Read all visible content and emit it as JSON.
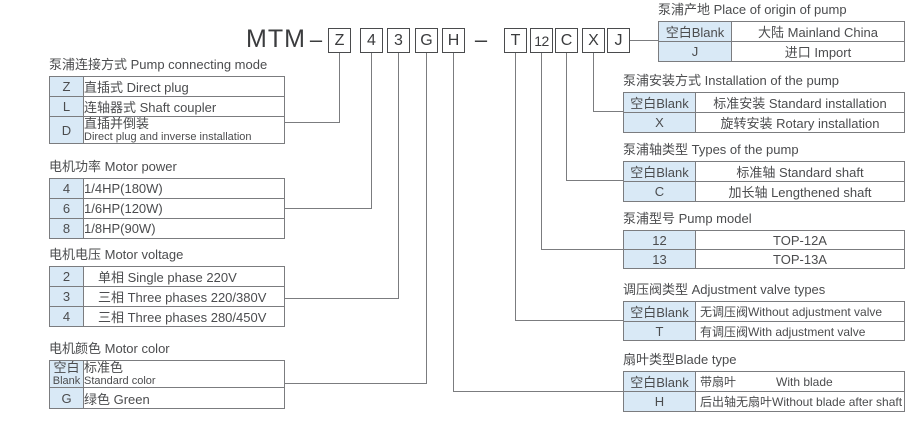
{
  "model_code": {
    "prefix": "MTM",
    "separator": "–",
    "groups": [
      [
        "Z",
        "4",
        "3",
        "G",
        "H"
      ],
      [
        "T",
        "12",
        "C",
        "X",
        "J"
      ]
    ]
  },
  "colors": {
    "key_cell_bg": "#d9e9f6",
    "table_border": "#7b7c7f",
    "text": "#4b4c4e"
  },
  "tables": [
    {
      "id": "pump-connecting-mode",
      "title": "泵浦连接方式 Pump connecting mode",
      "rows": [
        {
          "key": "Z",
          "value": "直插式 Direct plug"
        },
        {
          "key": "L",
          "value": "连轴器式 Shaft coupler"
        },
        {
          "key": "D",
          "value": [
            "直插并倒装",
            "Direct plug and inverse installation"
          ]
        }
      ]
    },
    {
      "id": "motor-power",
      "title": "电机功率 Motor power",
      "rows": [
        {
          "key": "4",
          "value": "1/4HP(180W)"
        },
        {
          "key": "6",
          "value": "1/6HP(120W)"
        },
        {
          "key": "8",
          "value": "1/8HP(90W)"
        }
      ]
    },
    {
      "id": "motor-voltage",
      "title": "电机电压 Motor voltage",
      "rows": [
        {
          "key": "2",
          "value": "单相 Single phase 220V"
        },
        {
          "key": "3",
          "value": "三相 Three phases 220/380V"
        },
        {
          "key": "4",
          "value": "三相 Three phases 280/450V"
        }
      ]
    },
    {
      "id": "motor-color",
      "title": "电机颜色 Motor color",
      "rows": [
        {
          "key": [
            "空白",
            "Blank"
          ],
          "value": [
            "标准色",
            "Standard color"
          ]
        },
        {
          "key": "G",
          "value": "绿色 Green"
        }
      ]
    },
    {
      "id": "place-of-origin",
      "title": "泵浦产地 Place of origin of pump",
      "rows": [
        {
          "key": "空白Blank",
          "value": "大陆 Mainland China"
        },
        {
          "key": "J",
          "value": "进口 Import"
        }
      ]
    },
    {
      "id": "installation",
      "title": "泵浦安装方式 Installation of the pump",
      "rows": [
        {
          "key": "空白Blank",
          "value": "标准安装 Standard installation"
        },
        {
          "key": "X",
          "value": "旋转安装 Rotary installation"
        }
      ]
    },
    {
      "id": "shaft-type",
      "title": "泵浦轴类型 Types of the pump",
      "rows": [
        {
          "key": "空白Blank",
          "value": "标准轴 Standard shaft"
        },
        {
          "key": "C",
          "value": "加长轴 Lengthened shaft"
        }
      ]
    },
    {
      "id": "pump-model",
      "title": "泵浦型号 Pump model",
      "rows": [
        {
          "key": "12",
          "value": "TOP-12A"
        },
        {
          "key": "13",
          "value": "TOP-13A"
        }
      ]
    },
    {
      "id": "adjustment-valve",
      "title": "调压阀类型 Adjustment valve types",
      "rows": [
        {
          "key": "空白Blank",
          "value": "无调压阀Without adjustment valve"
        },
        {
          "key": "T",
          "value": "有调压阀With adjustment valve"
        }
      ]
    },
    {
      "id": "blade-type",
      "title": "扇叶类型Blade type",
      "rows": [
        {
          "key": "空白Blank",
          "value": "带扇叶            With blade"
        },
        {
          "key": "H",
          "value": "后出轴无扇叶Without blade after shaft"
        }
      ]
    }
  ]
}
